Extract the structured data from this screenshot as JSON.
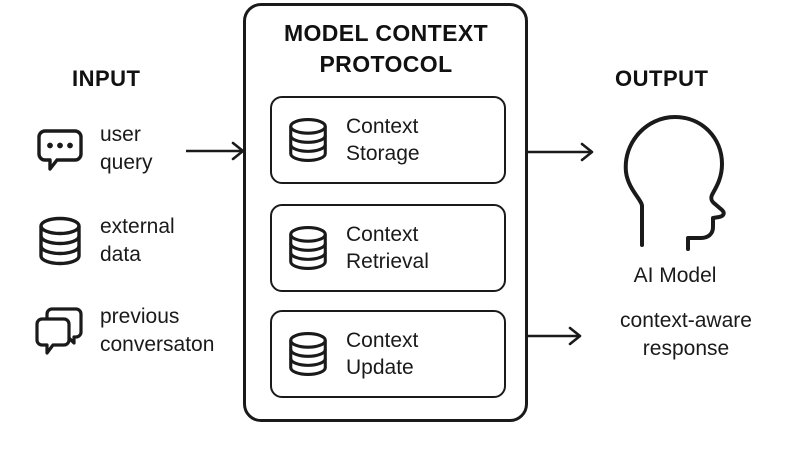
{
  "diagram": {
    "title": "MODEL CONTEXT PROTOCOL",
    "background_color": "#ffffff",
    "stroke_color": "#1a1a1a"
  },
  "input": {
    "heading": "INPUT",
    "items": [
      {
        "icon": "speech-bubble-dots-icon",
        "label": "user\nquery"
      },
      {
        "icon": "database-cylinder-icon",
        "label": "external\ndata"
      },
      {
        "icon": "double-speech-bubble-icon",
        "label": "previous\nconversaton"
      }
    ]
  },
  "mcp": {
    "title_line1": "MODEL CONTEXT",
    "title_line2": "PROTOCOL",
    "cards": [
      {
        "icon": "database-cylinder-icon",
        "label": "Context\nStorage"
      },
      {
        "icon": "database-cylinder-icon",
        "label": "Context\nRetrieval"
      },
      {
        "icon": "database-cylinder-icon",
        "label": "Context\nUpdate"
      }
    ]
  },
  "output": {
    "heading": "OUTPUT",
    "icon": "head-profile-icon",
    "model_label": "AI Model",
    "response_label": "context-aware\nresponse"
  },
  "arrows": {
    "input_to_mcp": "arrow-right-icon",
    "mcp_to_model": "arrow-right-icon",
    "mcp_to_response": "arrow-right-icon"
  }
}
